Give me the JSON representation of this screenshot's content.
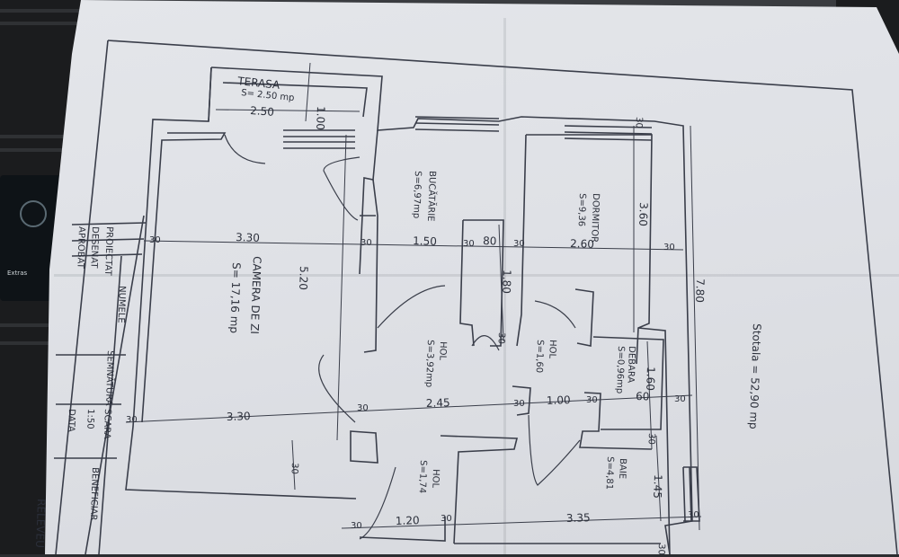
{
  "dimensions": {
    "d_250": "2.50",
    "d_100": "1.00",
    "d_330_top": "3.30",
    "d_150": "1.50",
    "d_80": "80",
    "d_260": "2.60",
    "d_360": "3.60",
    "d_520": "5.20",
    "d_780": "7.80",
    "d_180": "1.80",
    "d_160": "1.60",
    "d_60": "60",
    "d_100b": "1.00",
    "d_245": "2.45",
    "d_330_bot": "3.30",
    "d_145": "1.45",
    "d_120": "1.20",
    "d_335": "3.35",
    "d_30": "30"
  },
  "rooms": {
    "terasa_name": "TERASA",
    "terasa_area": "S= 2.50 mp",
    "bucatarie_name": "BUCĂTĂRIE",
    "bucatarie_area": "S=6,97mp",
    "dormitor_name": "DORMITOR",
    "dormitor_area": "S=9,36",
    "camera_name": "CAMERA DE ZI",
    "camera_area": "S= 17,16 mp",
    "hol1_name": "HOL",
    "hol1_area": "S=3,92mp",
    "hol2_name": "HOL",
    "hol2_area": "S=1,60",
    "debara_name": "DEBARA",
    "debara_area": "S=0,96mp",
    "baie_name": "BAIE",
    "baie_area": "S=4,81",
    "hol3_name": "HOL",
    "hol3_area": "S=1,74",
    "total": "Stotala = 52,90 mp"
  },
  "title_block": {
    "proiectat": "PROIECTAT",
    "desenat": "DESENAT",
    "aprobat": "APROBAT",
    "numele": "NUMELE",
    "semnatura": "SEMNĂTURA",
    "scara": "SCARA",
    "scara_val": "1:50",
    "data": "DATA",
    "beneficiar": "BENEFICIAR",
    "releveu": "RELEVEU"
  },
  "car_screen": {
    "label": "Extras"
  }
}
